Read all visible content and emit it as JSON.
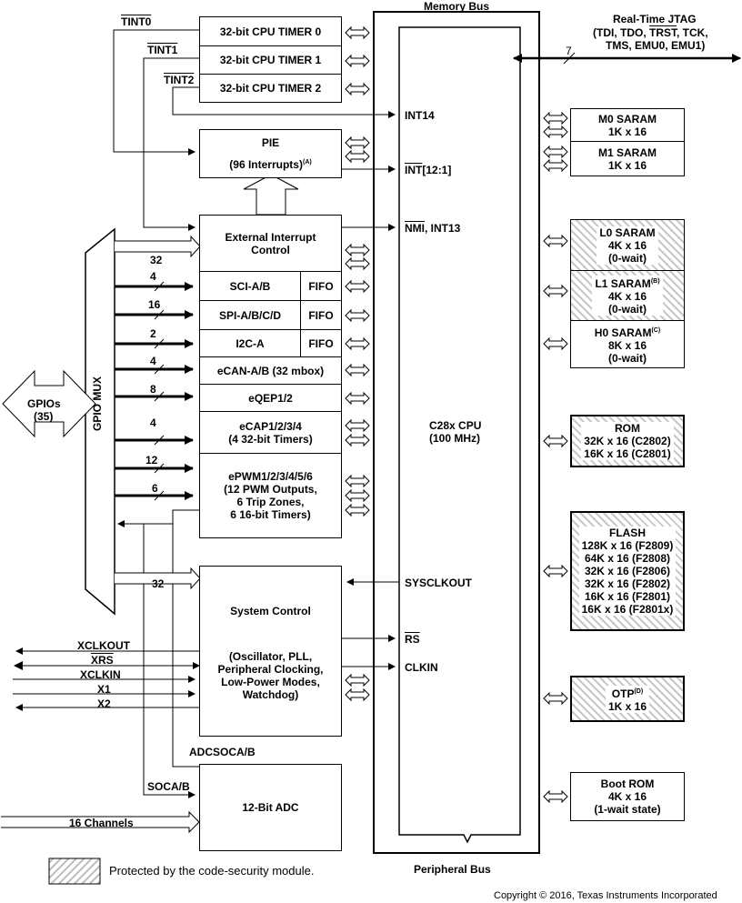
{
  "buses": {
    "memory_bus": "Memory Bus",
    "peripheral_bus": "Peripheral Bus"
  },
  "jtag": {
    "title": "Real-Time JTAG",
    "line1_pre": "(TDI, TDO, ",
    "line1_over": "TRST",
    "line1_post": ", TCK,",
    "line2": "TMS, EMU0, EMU1)",
    "width": "7"
  },
  "timers": {
    "t0": "32-bit CPU TIMER 0",
    "t1": "32-bit CPU TIMER 1",
    "t2": "32-bit CPU TIMER 2",
    "tint0": "TINT0",
    "tint1": "TINT1",
    "tint2": "TINT2"
  },
  "pie": {
    "title": "PIE",
    "sub": "(96 Interrupts)",
    "note": "(A)"
  },
  "cpu": {
    "name": "C28x CPU",
    "freq": "(100 MHz)",
    "int14": "INT14",
    "int12_over": "INT",
    "int12_rest": "[12:1]",
    "nmi_over": "NMI",
    "nmi_rest": ", INT13",
    "sysclkout": "SYSCLKOUT",
    "rs_over": "RS",
    "clkin": "CLKIN"
  },
  "gpio": {
    "mux": "GPIO MUX",
    "gpios": "GPIOs",
    "gpios_count": "(35)"
  },
  "peripherals": {
    "xint": "External Interrupt\nControl",
    "sci": "SCI-A/B",
    "spi": "SPI-A/B/C/D",
    "i2c": "I2C-A",
    "fifo": "FIFO",
    "ecan": "eCAN-A/B (32 mbox)",
    "eqep": "eQEP1/2",
    "ecap": "eCAP1/2/3/4\n(4 32-bit Timers)",
    "epwm": "ePWM1/2/3/4/5/6\n(12 PWM Outputs,\n6 Trip Zones,\n6 16-bit Timers)"
  },
  "bus_widths": {
    "xint": "32",
    "sci": "4",
    "spi": "16",
    "i2c": "2",
    "ecan": "4",
    "eqep": "8",
    "ecap": "4",
    "epwm1": "12",
    "epwm2": "6",
    "sysctl": "32"
  },
  "sysctl": {
    "title": "System Control",
    "desc": "(Oscillator, PLL,\nPeripheral Clocking,\nLow-Power Modes,\nWatchdog)",
    "xclkout": "XCLKOUT",
    "xrs": "XRS",
    "xclkin": "XCLKIN",
    "x1": "X1",
    "x2": "X2"
  },
  "adc": {
    "title": "12-Bit ADC",
    "adcsoca": "ADCSOCA/B",
    "soca": "SOCA/B",
    "channels": "16 Channels"
  },
  "memory": {
    "m0": "M0 SARAM\n1K x 16",
    "m1": "M1 SARAM\n1K x 16",
    "l0": "L0 SARAM\n4K x 16\n(0-wait)",
    "l1_name": "L1 SARAM",
    "l1_note": "(B)",
    "l1_rest": "4K x 16\n(0-wait)",
    "h0_name": "H0 SARAM",
    "h0_note": "(C)",
    "h0_rest": "8K x 16\n(0-wait)",
    "rom": "ROM\n32K x 16 (C2802)\n16K x 16 (C2801)",
    "flash": "FLASH\n128K x 16 (F2809)\n64K x 16 (F2808)\n32K x 16 (F2806)\n32K x 16 (F2802)\n16K x 16 (F2801)\n16K x 16 (F2801x)",
    "otp_name": "OTP",
    "otp_note": "(D)",
    "otp_rest": "1K x 16",
    "bootrom": "Boot ROM\n4K x 16\n(1-wait state)"
  },
  "legend": {
    "text": "Protected by the code-security module."
  },
  "copyright": "Copyright © 2016, Texas Instruments Incorporated"
}
